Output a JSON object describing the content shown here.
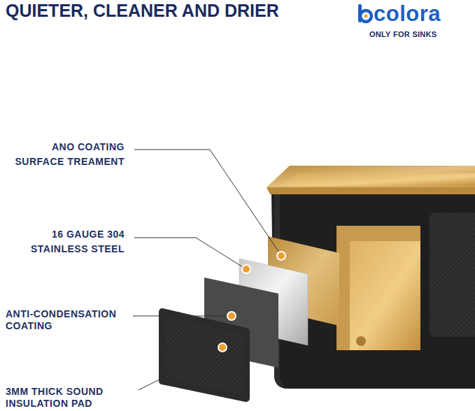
{
  "diagram": {
    "title": "QUIETER, CLEANER AND DRIER",
    "labels": [
      "colora",
      "ONLY FOR SINKS",
      "ANO COATING SURFACE TREAMENT",
      "16 GAUGE 304 STAINLESS STEEL",
      "ANTI-CONDENSATION COATING",
      "3MM THICK SOUND INSULATION PAD"
    ]
  }
}
